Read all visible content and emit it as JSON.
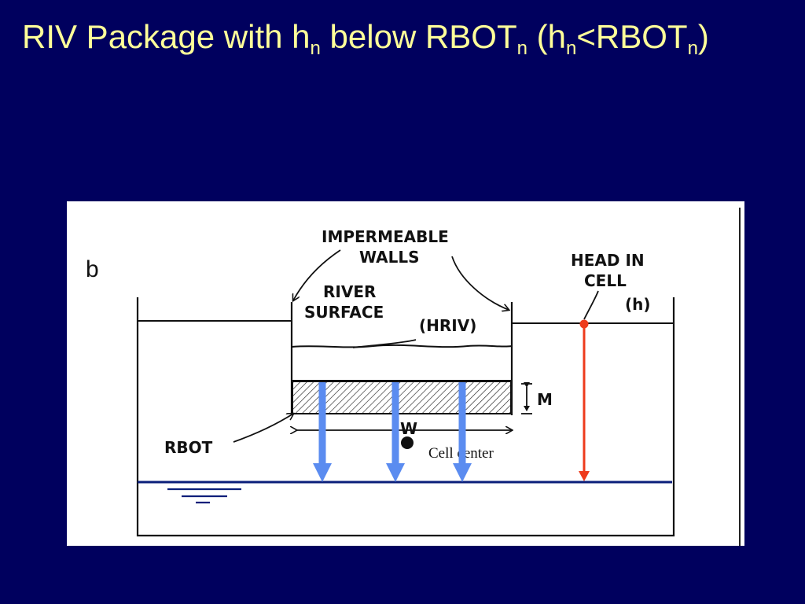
{
  "slide": {
    "title": {
      "t1": "RIV Package with h",
      "s1": "n",
      "t2": " below RBOT",
      "s2": "n",
      "t3": " (h",
      "s3": "n",
      "t4": "<RBOT",
      "s4": "n",
      "t5": ")"
    }
  },
  "figure": {
    "panel_label": "b",
    "labels": {
      "walls_line1": "IMPERMEABLE",
      "walls_line2": "WALLS",
      "river_line1": "RIVER",
      "river_line2": "SURFACE",
      "hriv": "(HRIV)",
      "head_line1": "HEAD IN",
      "head_line2": "CELL",
      "head_symbol": "(h)",
      "thickness": "M",
      "width": "W",
      "rbot": "RBOT",
      "cell_center": "Cell center"
    }
  },
  "colors": {
    "background": "#00005e",
    "title": "#ffff99",
    "flow_arrow": "#5b8cf0",
    "head_arrow": "#ee3b1c",
    "water_table": "#0a1e7a"
  }
}
